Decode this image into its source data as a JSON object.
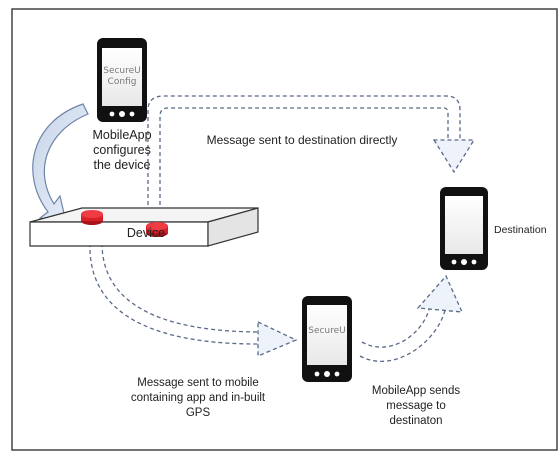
{
  "labels": {
    "app_line1": "MobileApp",
    "app_line2": "configures",
    "app_line3": "the device",
    "direct_message": "Message sent to destination directly",
    "destination": "Destination",
    "device": "Device",
    "to_mobile_line1": "Message sent to mobile",
    "to_mobile_line2": "containing app and in-built",
    "to_mobile_line3": "GPS",
    "sends_line1": "MobileApp sends",
    "sends_line2": "message to",
    "sends_line3": "destinaton"
  },
  "screens": {
    "config_line1": "SecureU",
    "config_line2": "Config",
    "mobile": "SecureU"
  },
  "colors": {
    "button": "#d8202a",
    "phone": "#111111",
    "arrow_fill": "#eef3fb",
    "arrow_stroke": "#5a6a88",
    "swoosh_fill": "#dbe5f2"
  },
  "icons": [
    "smartphone-icon",
    "box-device-icon",
    "dashed-arrow-icon"
  ]
}
